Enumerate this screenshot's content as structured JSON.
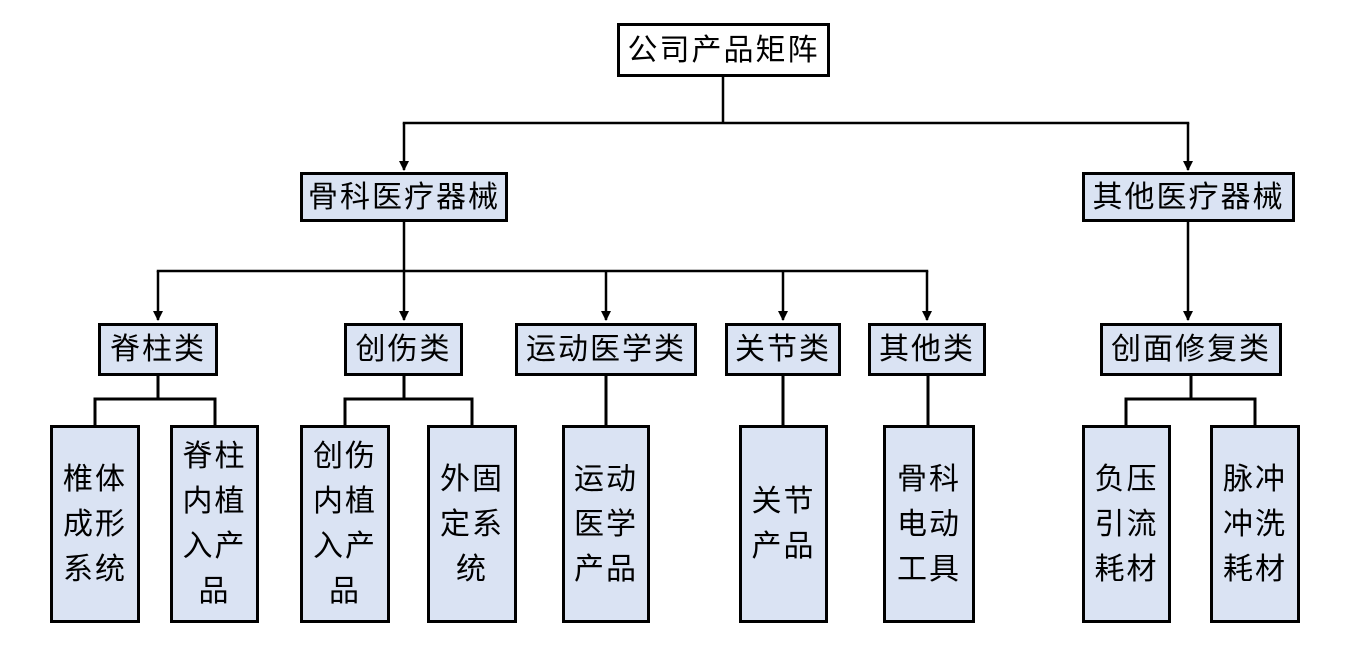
{
  "diagram": {
    "type": "org-chart",
    "colors": {
      "node_fill": "#dae3f3",
      "root_fill": "#ffffff",
      "border": "#000000",
      "line": "#000000"
    },
    "tree": {
      "label": "公司产品矩阵",
      "children": [
        {
          "label": "骨科医疗器械",
          "children": [
            {
              "label": "脊柱类",
              "children": [
                "椎体成形系统",
                "脊柱内植入产品"
              ]
            },
            {
              "label": "创伤类",
              "children": [
                "创伤内植入产品",
                "外固定系统"
              ]
            },
            {
              "label": "运动医学类",
              "children": [
                "运动医学产品"
              ]
            },
            {
              "label": "关节类",
              "children": [
                "关节产品"
              ]
            },
            {
              "label": "其他类",
              "children": [
                "骨科电动工具"
              ]
            }
          ]
        },
        {
          "label": "其他医疗器械",
          "children": [
            {
              "label": "创面修复类",
              "children": [
                "负压引流耗材",
                "脉冲冲洗耗材"
              ]
            }
          ]
        }
      ]
    }
  }
}
